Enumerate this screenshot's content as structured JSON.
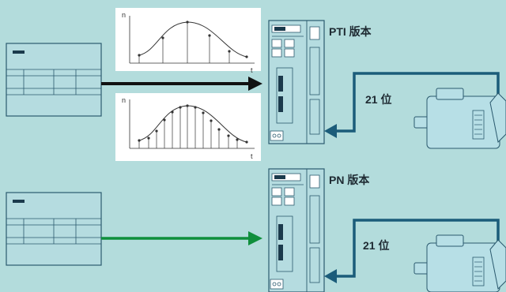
{
  "colors": {
    "background": "#b3dcdc",
    "device_fill": "#b5dce0",
    "device_stroke": "#2b5a6e",
    "motor_fill": "#b7dfe6",
    "arrow_black": "#111111",
    "arrow_green": "#0f8f3c",
    "feedback_line": "#1b5c7a"
  },
  "labels": {
    "top_version": "PTI 版本",
    "bottom_version": "PN 版本",
    "top_bits": "21 位",
    "bottom_bits": "21 位"
  },
  "plots": {
    "y_axis": "n",
    "x_axis": "t"
  }
}
